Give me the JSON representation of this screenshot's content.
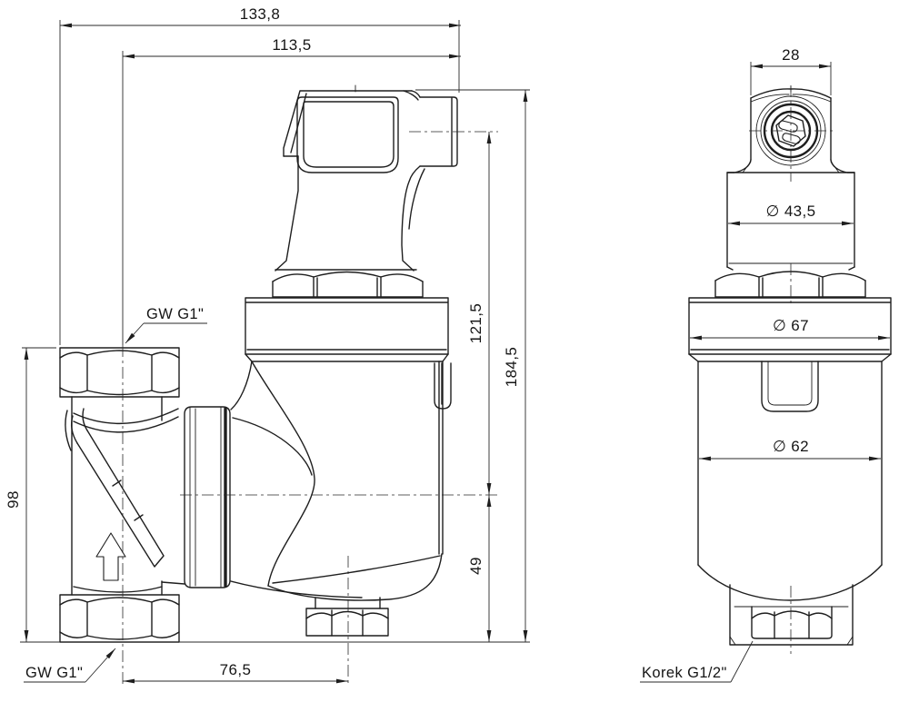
{
  "drawing": {
    "background": "#ffffff",
    "line_color": "#1e1e1e"
  },
  "dimensions": {
    "overall_width": "133,8",
    "outlet_offset_width": "113,5",
    "tee_height": "98",
    "drain_offset_width": "76,5",
    "outlet_height": "121,5",
    "drain_plug_height": "49",
    "overall_height": "184,5",
    "cap_width": "28",
    "neck_diameter": "∅ 43,5",
    "union_diameter": "∅ 67",
    "body_diameter": "∅ 62"
  },
  "labels": {
    "inlet_top": "GW G1\"",
    "inlet_bottom": "GW G1\"",
    "drain_plug": "Korek G1/2\""
  }
}
